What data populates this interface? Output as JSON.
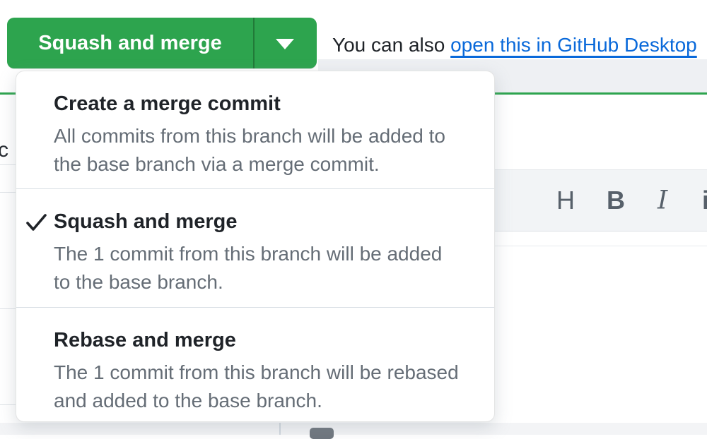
{
  "colors": {
    "accent_green": "#2da44e",
    "link_blue": "#0969da",
    "title_text": "#1f2328",
    "muted_text": "#656d76"
  },
  "merge_button": {
    "label": "Squash and merge"
  },
  "hint": {
    "prefix": "You can also ",
    "link_label": "open this in GitHub Desktop"
  },
  "dropdown": {
    "options": [
      {
        "title": "Create a merge commit",
        "description": "All commits from this branch will be added to\nthe base branch via a merge commit.",
        "selected": false
      },
      {
        "title": "Squash and merge",
        "description": "The 1 commit from this branch will be added\nto the base branch.",
        "selected": true
      },
      {
        "title": "Rebase and merge",
        "description": "The 1 commit from this branch will be rebased\nand added to the base branch.",
        "selected": false
      }
    ]
  },
  "background": {
    "partial_text": "c",
    "toolbar_icons": {
      "heading": "H",
      "bold": "B",
      "italic": "I",
      "partial": "i"
    }
  }
}
